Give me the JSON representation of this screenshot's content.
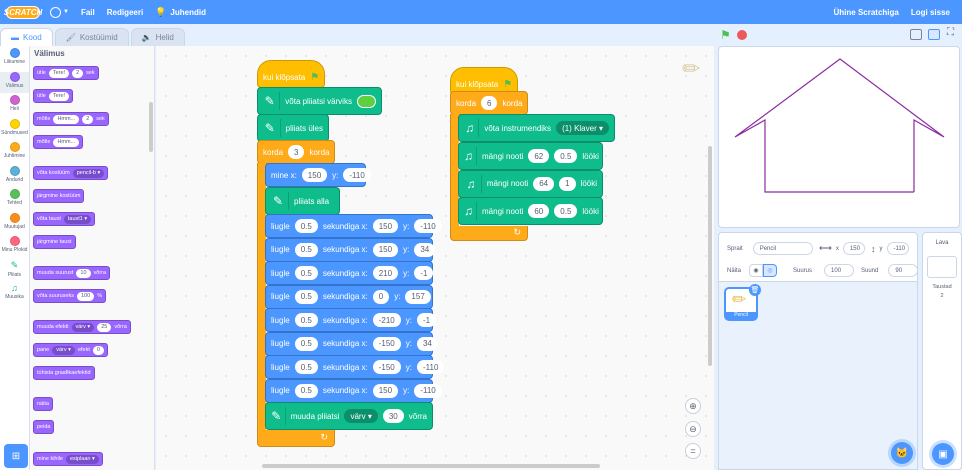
{
  "menubar": {
    "logo": "SCRATCH",
    "file": "Fail",
    "edit": "Redigeeri",
    "tutorials": "Juhendid",
    "join": "Ühine Scratchiga",
    "signin": "Logi sisse"
  },
  "tabs": {
    "code": "Kood",
    "costumes": "Kostüümid",
    "sounds": "Helid"
  },
  "categories": [
    {
      "label": "Liikumine",
      "color": "#4c97ff"
    },
    {
      "label": "Välimus",
      "color": "#9966ff"
    },
    {
      "label": "Heli",
      "color": "#cf63cf"
    },
    {
      "label": "Sündmused",
      "color": "#ffd500"
    },
    {
      "label": "Juhtimine",
      "color": "#ffab19"
    },
    {
      "label": "Andurid",
      "color": "#5cb1d6"
    },
    {
      "label": "Tehted",
      "color": "#59c059"
    },
    {
      "label": "Muutujad",
      "color": "#ff8c1a"
    },
    {
      "label": "Minu Plokid",
      "color": "#ff6680"
    },
    {
      "label": "Pliiats",
      "color": "#0fbd8c"
    },
    {
      "label": "Muusika",
      "color": "#0fbd8c"
    }
  ],
  "palette": {
    "title": "Välimus",
    "say_secs": {
      "a": "ütle",
      "b": "Tere!",
      "c": "2",
      "d": "sek"
    },
    "say": {
      "a": "ütle",
      "b": "Tere!"
    },
    "think_secs": {
      "a": "mõtle",
      "b": "Hmm...",
      "c": "2",
      "d": "sek"
    },
    "think": {
      "a": "mõtle",
      "b": "Hmm..."
    },
    "switch_costume": {
      "a": "võta kostüüm",
      "b": "pencil-b"
    },
    "next_costume": "järgmine kostüüm",
    "switch_backdrop": {
      "a": "võta taust",
      "b": "taust1"
    },
    "next_backdrop": "järgmine taust",
    "change_size": {
      "a": "muuda suurust",
      "b": "10",
      "c": "võrra"
    },
    "set_size": {
      "a": "võta suuruseks",
      "b": "100",
      "c": "%"
    },
    "change_effect": {
      "a": "muuda efekti",
      "b": "värv",
      "c": "25",
      "d": "võrra"
    },
    "set_effect": {
      "a": "pane",
      "b": "värv",
      "c": "efekt",
      "d": "0"
    },
    "clear_effects": "tühista graafikaefektid",
    "show": "näita",
    "hide": "peida",
    "go_layer": {
      "a": "mine kihile",
      "b": "esiplaan"
    }
  },
  "script1": {
    "hat": "kui klõpsata",
    "set_color": "võta pliiatsi värviks",
    "pen_up": "pliiats üles",
    "repeat": "korda",
    "repeat_n": "3",
    "repeat_after": "korda",
    "goto": {
      "a": "mine x:",
      "x": "150",
      "b": "y:",
      "y": "-110"
    },
    "pen_down": "pliiats alla",
    "glides": [
      {
        "a": "liugle",
        "s": "0.5",
        "b": "sekundiga x:",
        "x": "150",
        "c": "y:",
        "y": "-110"
      },
      {
        "a": "liugle",
        "s": "0.5",
        "b": "sekundiga x:",
        "x": "150",
        "c": "y:",
        "y": "34"
      },
      {
        "a": "liugle",
        "s": "0.5",
        "b": "sekundiga x:",
        "x": "210",
        "c": "y:",
        "y": "-1"
      },
      {
        "a": "liugle",
        "s": "0.5",
        "b": "sekundiga x:",
        "x": "0",
        "c": "y:",
        "y": "157"
      },
      {
        "a": "liugle",
        "s": "0.5",
        "b": "sekundiga x:",
        "x": "-210",
        "c": "y:",
        "y": "-1"
      },
      {
        "a": "liugle",
        "s": "0.5",
        "b": "sekundiga x:",
        "x": "-150",
        "c": "y:",
        "y": "34"
      },
      {
        "a": "liugle",
        "s": "0.5",
        "b": "sekundiga x:",
        "x": "-150",
        "c": "y:",
        "y": "-110"
      },
      {
        "a": "liugle",
        "s": "0.5",
        "b": "sekundiga x:",
        "x": "150",
        "c": "y:",
        "y": "-110"
      }
    ],
    "change_pen": {
      "a": "muuda pliiatsi",
      "b": "värv",
      "c": "30",
      "d": "võrra"
    }
  },
  "script2": {
    "hat": "kui klõpsata",
    "repeat": "korda",
    "repeat_n": "6",
    "repeat_after": "korda",
    "instrument": {
      "a": "võta instrumendiks",
      "b": "(1) Klaver"
    },
    "notes": [
      {
        "a": "mängi nooti",
        "n": "62",
        "d": "0.5",
        "b": "lööki"
      },
      {
        "a": "mängi nooti",
        "n": "64",
        "d": "1",
        "b": "lööki"
      },
      {
        "a": "mängi nooti",
        "n": "60",
        "d": "0.5",
        "b": "lööki"
      }
    ]
  },
  "sprite_info": {
    "sprite_label": "Sprait",
    "sprite_name": "Pencil",
    "x_label": "x",
    "x": "150",
    "y_label": "y",
    "y": "-110",
    "show_label": "Näita",
    "size_label": "Suurus",
    "size": "100",
    "direction_label": "Suund",
    "direction": "90"
  },
  "sprites": [
    {
      "name": "Pencil"
    }
  ],
  "stage_panel": {
    "title": "Lava",
    "backdrops_label": "Taustad",
    "backdrops": "2"
  },
  "colors": {
    "menubar": "#4c97ff",
    "pen_line": "#8b2ca0"
  }
}
